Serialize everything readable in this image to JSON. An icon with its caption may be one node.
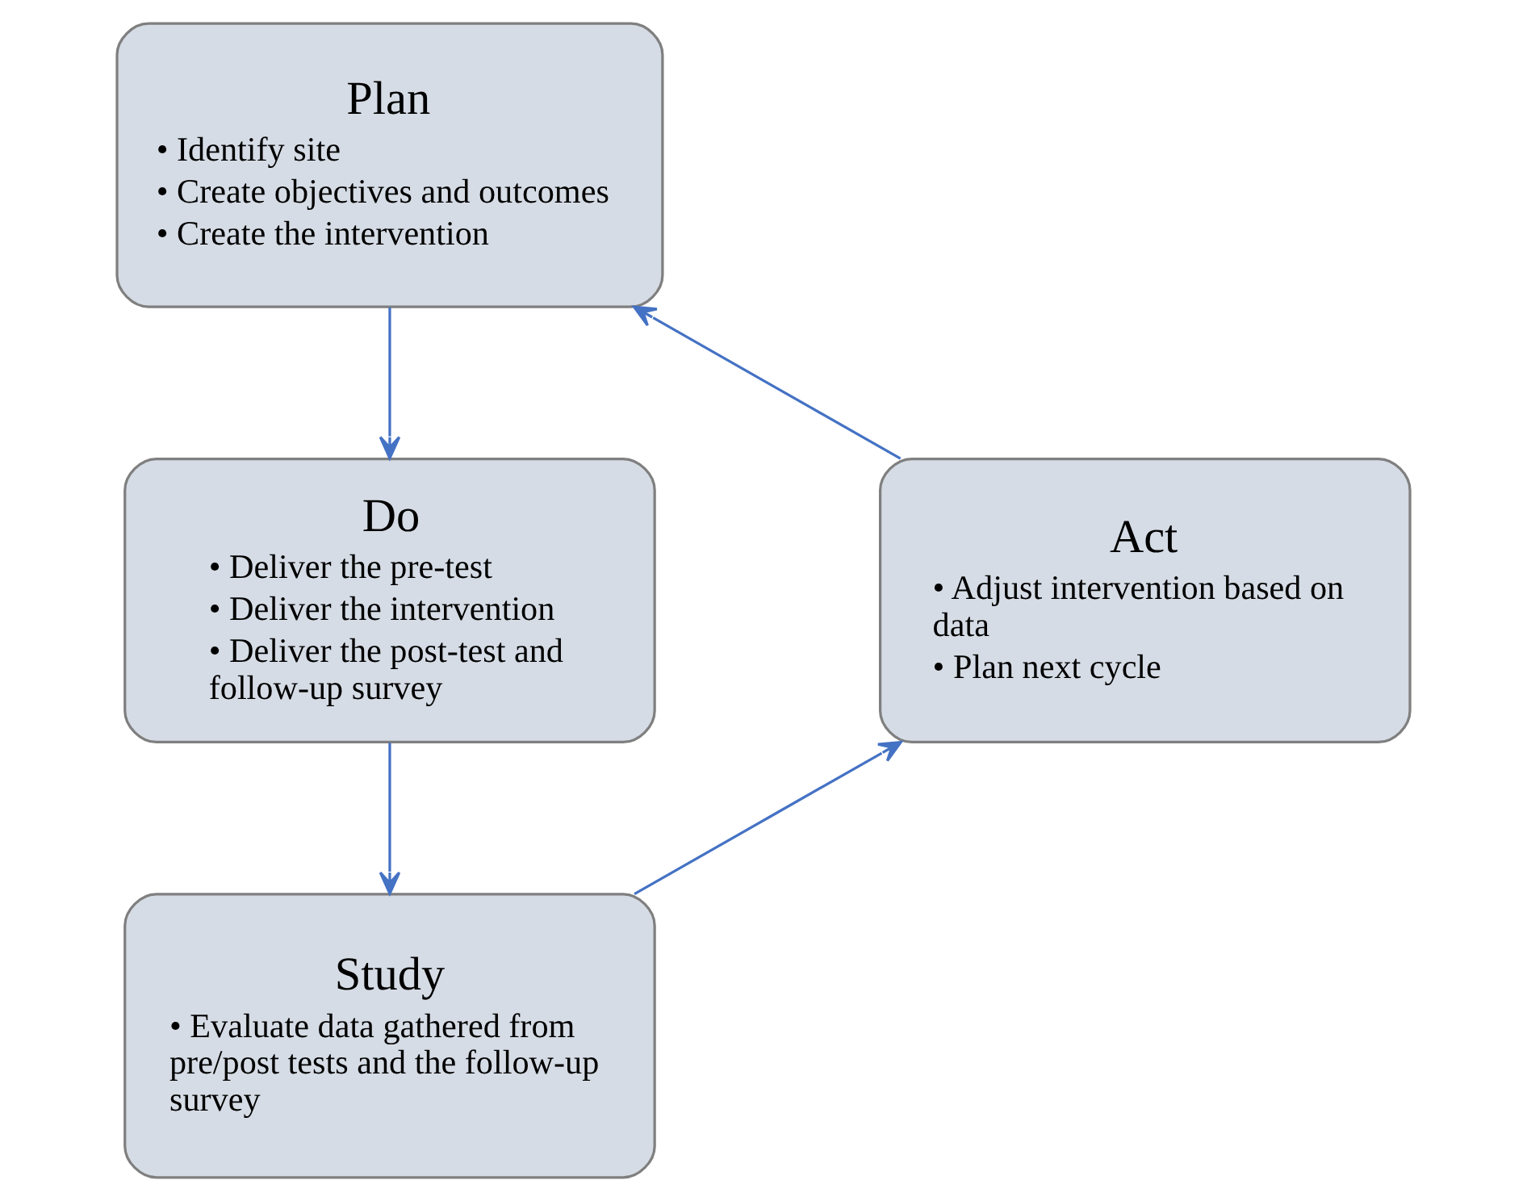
{
  "diagram": {
    "nodes": [
      {
        "text": [
          "Plan",
          "• Identify site",
          "• Create objectives and outcomes",
          "• Create the intervention"
        ]
      },
      {
        "text": [
          "Do",
          "• Deliver the pre-test",
          "• Deliver the intervention",
          "• Deliver the post-test and follow-up survey"
        ]
      },
      {
        "text": [
          "Study",
          "• Evaluate data gathered from pre/post tests and the follow-up survey"
        ]
      },
      {
        "text": [
          "Act",
          "• Adjust intervention based on data",
          "• Plan next cycle"
        ]
      }
    ],
    "edges": [
      {
        "from": 0,
        "to": 1,
        "arrow": "to"
      },
      {
        "from": 1,
        "to": 2,
        "arrow": "to"
      },
      {
        "from": 2,
        "to": 3,
        "arrow": "to"
      },
      {
        "from": 3,
        "to": 0,
        "arrow": "to"
      }
    ]
  }
}
